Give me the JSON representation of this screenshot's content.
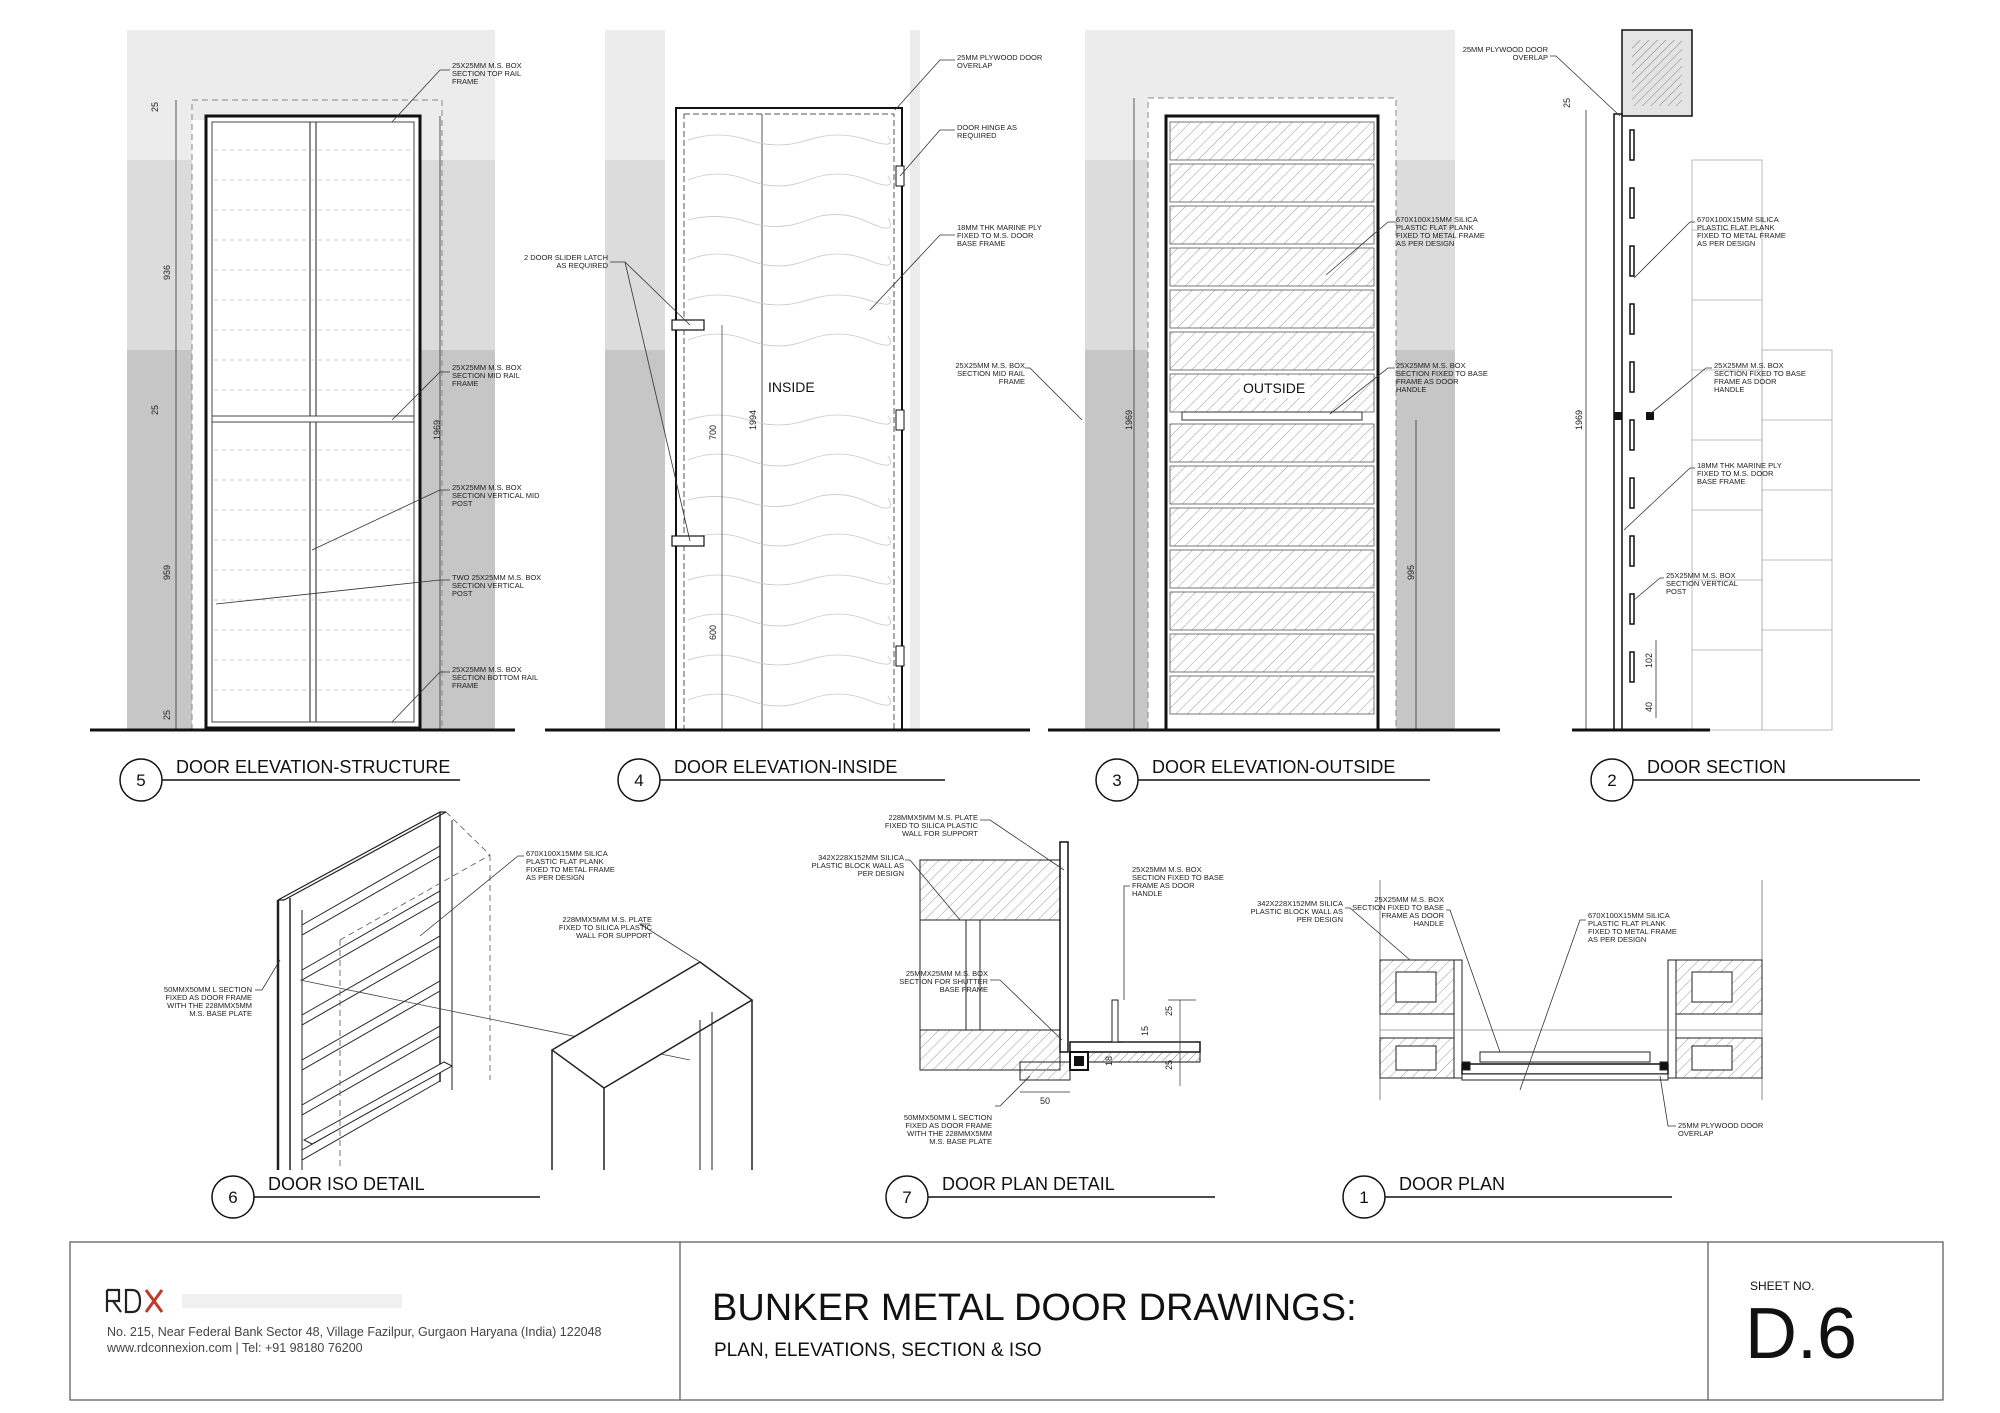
{
  "views": [
    {
      "num": "5",
      "title": "DOOR ELEVATION-STRUCTURE"
    },
    {
      "num": "4",
      "title": "DOOR ELEVATION-INSIDE"
    },
    {
      "num": "3",
      "title": "DOOR ELEVATION-OUTSIDE"
    },
    {
      "num": "2",
      "title": "DOOR SECTION"
    },
    {
      "num": "6",
      "title": "DOOR ISO DETAIL"
    },
    {
      "num": "7",
      "title": "DOOR PLAN DETAIL"
    },
    {
      "num": "1",
      "title": "DOOR PLAN"
    }
  ],
  "labels": {
    "inside": "INSIDE",
    "outside": "OUTSIDE"
  },
  "dims": {
    "d25": "25",
    "d936": "936",
    "d959": "959",
    "d1969": "1969",
    "d1994": "1994",
    "d700": "700",
    "d600": "600",
    "d995": "995",
    "d102": "102",
    "d40": "40",
    "d15": "15",
    "d18": "18",
    "d50": "50"
  },
  "notes": {
    "e5_top_rail": [
      "25X25MM M.S. BOX",
      "SECTION TOP RAIL",
      "FRAME"
    ],
    "e5_mid_rail": [
      "25X25MM M.S. BOX",
      "SECTION MID RAIL",
      "FRAME"
    ],
    "e5_mid_post": [
      "25X25MM M.S. BOX",
      "SECTION VERTICAL  MID",
      "POST"
    ],
    "e5_two_post": [
      "TWO 25X25MM M.S. BOX",
      "SECTION VERTICAL",
      "POST"
    ],
    "e5_bottom_rail": [
      "25X25MM M.S. BOX",
      "SECTION BOTTOM RAIL",
      "FRAME"
    ],
    "e4_plywood": [
      "25MM PLYWOOD DOOR",
      "OVERLAP"
    ],
    "e4_hinge": [
      "DOOR HINGE AS",
      "REQUIRED"
    ],
    "e4_marine": [
      "18MM THK MARINE PLY",
      "FIXED TO M.S. DOOR",
      "BASE FRAME"
    ],
    "e4_latch": [
      "2 DOOR SLIDER LATCH",
      "AS REQUIRED"
    ],
    "e3_mid_rail": [
      "25X25MM M.S. BOX",
      "SECTION MID RAIL",
      "FRAME"
    ],
    "e3_plank": [
      "670X100X15MM SILICA",
      "PLASTIC FLAT PLANK",
      "FIXED TO METAL FRAME",
      "AS PER DESIGN"
    ],
    "e3_handle": [
      "25X25MM M.S. BOX",
      "SECTION FIXED TO BASE",
      "FRAME AS DOOR",
      "HANDLE"
    ],
    "s2_overlap": [
      "25MM PLYWOOD DOOR",
      "OVERLAP"
    ],
    "s2_plank": [
      "670X100X15MM SILICA",
      "PLASTIC FLAT PLANK",
      "FIXED TO METAL FRAME",
      "AS PER DESIGN"
    ],
    "s2_handle": [
      "25X25MM M.S. BOX",
      "SECTION FIXED TO BASE",
      "FRAME AS DOOR",
      "HANDLE"
    ],
    "s2_marine": [
      "18MM THK MARINE PLY",
      "FIXED TO M.S. DOOR",
      "BASE FRAME"
    ],
    "s2_post": [
      "25X25MM M.S. BOX",
      "SECTION VERTICAL",
      "POST"
    ],
    "i6_plank": [
      "670X100X15MM SILICA",
      "PLASTIC FLAT PLANK",
      "FIXED TO METAL FRAME",
      "AS PER DESIGN"
    ],
    "i6_plate": [
      "228MMX5MM M.S. PLATE",
      "FIXED TO SILICA PLASTIC",
      "WALL FOR SUPPORT"
    ],
    "i6_angle": [
      "50MMX50MM L SECTION",
      "FIXED AS DOOR FRAME",
      "WITH THE 228MMX5MM",
      "M.S. BASE PLATE"
    ],
    "p7_plate": [
      "228MMX5MM M.S. PLATE",
      "FIXED TO SILICA PLASTIC",
      "WALL FOR SUPPORT"
    ],
    "p7_block": [
      "342X228X152MM SILICA",
      "PLASTIC BLOCK WALL AS",
      "PER DESIGN"
    ],
    "p7_handle": [
      "25X25MM M.S. BOX",
      "SECTION FIXED TO BASE",
      "FRAME AS DOOR",
      "HANDLE"
    ],
    "p7_shutter": [
      "25MMX25MM M.S. BOX",
      "SECTION FOR SHUTTER",
      "BASE FRAME"
    ],
    "p7_angle": [
      "50MMX50MM L SECTION",
      "FIXED AS DOOR FRAME",
      "WITH THE 228MMX5MM",
      "M.S. BASE PLATE"
    ],
    "p1_block": [
      "342X228X152MM SILICA",
      "PLASTIC BLOCK WALL AS",
      "PER DESIGN"
    ],
    "p1_handle": [
      "25X25MM M.S. BOX",
      "SECTION FIXED TO BASE",
      "FRAME AS DOOR",
      "HANDLE"
    ],
    "p1_plank": [
      "670X100X15MM SILICA",
      "PLASTIC FLAT PLANK",
      "FIXED TO METAL FRAME",
      "AS PER DESIGN"
    ],
    "p1_overlap": [
      "25MM PLYWOOD DOOR",
      "OVERLAP"
    ]
  },
  "title_block": {
    "title": "BUNKER METAL DOOR DRAWINGS:",
    "subtitle": "PLAN, ELEVATIONS, SECTION & ISO",
    "address": "No. 215, Near Federal Bank Sector 48, Village Fazilpur, Gurgaon Haryana (India) 122048",
    "contact": "www.rdconnexion.com | Tel: +91 98180 76200",
    "sheet_label": "SHEET NO.",
    "sheet_no": "D.6",
    "logo_text": "RDX",
    "logo_color": "#c0392b"
  }
}
